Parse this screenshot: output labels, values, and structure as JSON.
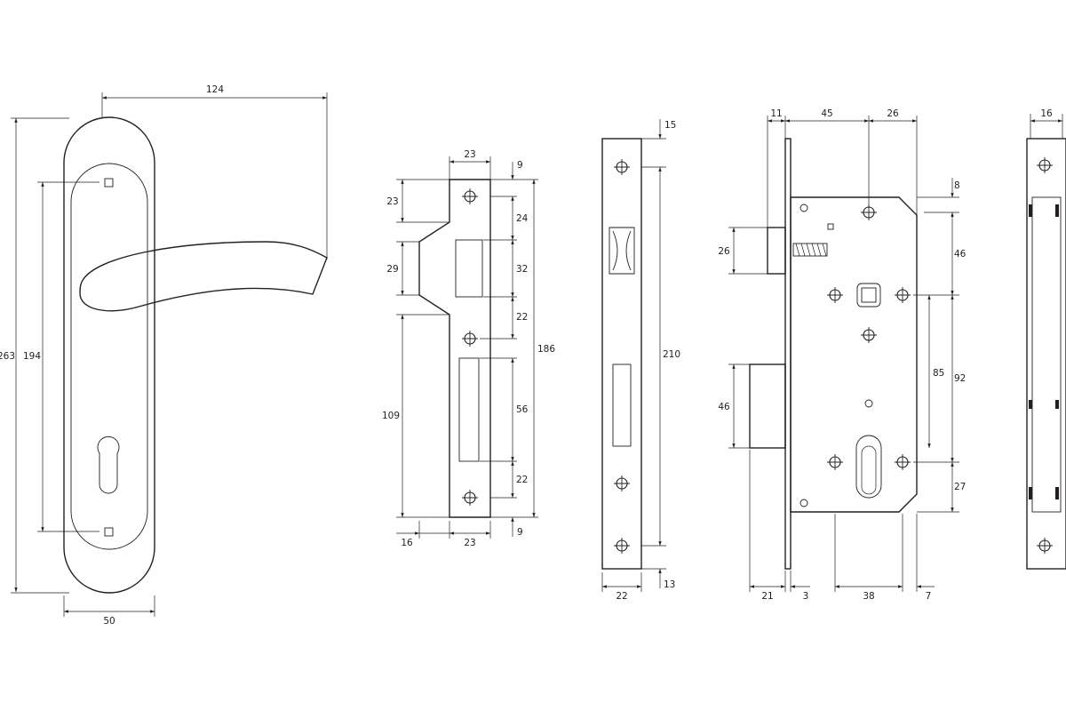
{
  "colors": {
    "ink": "#231f20",
    "background": "#ffffff"
  },
  "dimensions": {
    "handle": {
      "total_height": "263",
      "screw_spacing": "194",
      "width": "50",
      "lever_length": "124"
    },
    "strike": {
      "top_width": "23",
      "bottom_offset": "16",
      "bottom_width": "23",
      "top_gap": "9",
      "bottom_gap": "9",
      "upper_tab": "23",
      "notch": "29",
      "lower_height": "109",
      "seg1": "24",
      "seg2": "32",
      "seg3": "22",
      "seg4": "56",
      "seg5": "22",
      "total": "186"
    },
    "faceplate": {
      "top_gap": "15",
      "length": "210",
      "bottom_gap": "13",
      "width": "22"
    },
    "lockbody": {
      "front": "11",
      "backset_a": "45",
      "backset_b": "26",
      "top_offset": "8",
      "latch": "26",
      "spindle_drop": "46",
      "bolt": "46",
      "center_distance_a": "85",
      "center_distance_b": "92",
      "bottom_drop": "27",
      "bolt_projection": "21",
      "plate_gap": "3",
      "base_width": "38",
      "rear_gap": "7"
    },
    "side": {
      "width": "16"
    }
  }
}
